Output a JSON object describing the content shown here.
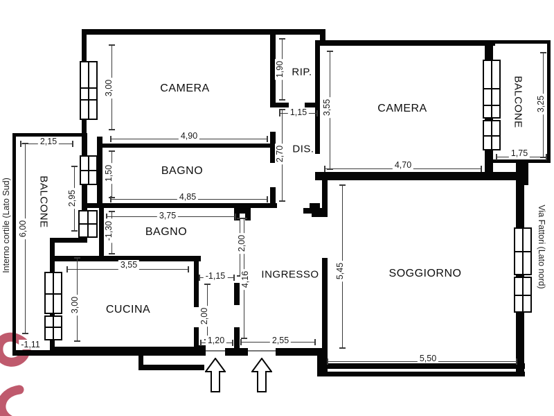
{
  "plan": {
    "rooms": {
      "camera_nw": "CAMERA",
      "bagno_n": "BAGNO",
      "rip": "RIP.",
      "dis": "DIS.",
      "camera_ne": "CAMERA",
      "balcone_ne": "BALCONE",
      "soggiorno": "SOGGIORNO",
      "ingresso": "INGRESSO",
      "bagno_s": "BAGNO",
      "cucina": "CUCINA",
      "balcone_w": "BALCONE"
    },
    "streets": {
      "west": "Interno cortile (Lato Sud)",
      "east": "Via Fattori (Lato nord)"
    },
    "dims": {
      "camera_nw_h": "3,00",
      "camera_nw_w": "4,90",
      "bagno_n_h": "1,50",
      "bagno_n_w": "4,85",
      "rip_h": "1,90",
      "corridor_w": "1,15",
      "dis_h": "2,70",
      "camera_ne_h": "3,55",
      "camera_ne_w": "4,70",
      "balcone_ne_h": "3,25",
      "balcone_ne_w": "1,75",
      "soggiorno_h": "5,45",
      "soggiorno_w": "5,50",
      "ingresso_h": "4,16",
      "ingresso_upper_h": "2,00",
      "ingresso_w": "2,55",
      "passage_w": "-1,15",
      "nook_h": "2,00",
      "door_w": "1,20",
      "bagno_s_w": "3,75",
      "bagno_s_h": "-1,30",
      "cucina_w": "3,55",
      "cucina_h": "3,00",
      "balcone_w_top": "2,15",
      "balcone_w_mid_h": "2,95",
      "balcone_w_h": "6,00",
      "balcone_w_b": "-1,11"
    },
    "colors": {
      "wall": "#050505",
      "logo": "#bf5a6d"
    }
  }
}
